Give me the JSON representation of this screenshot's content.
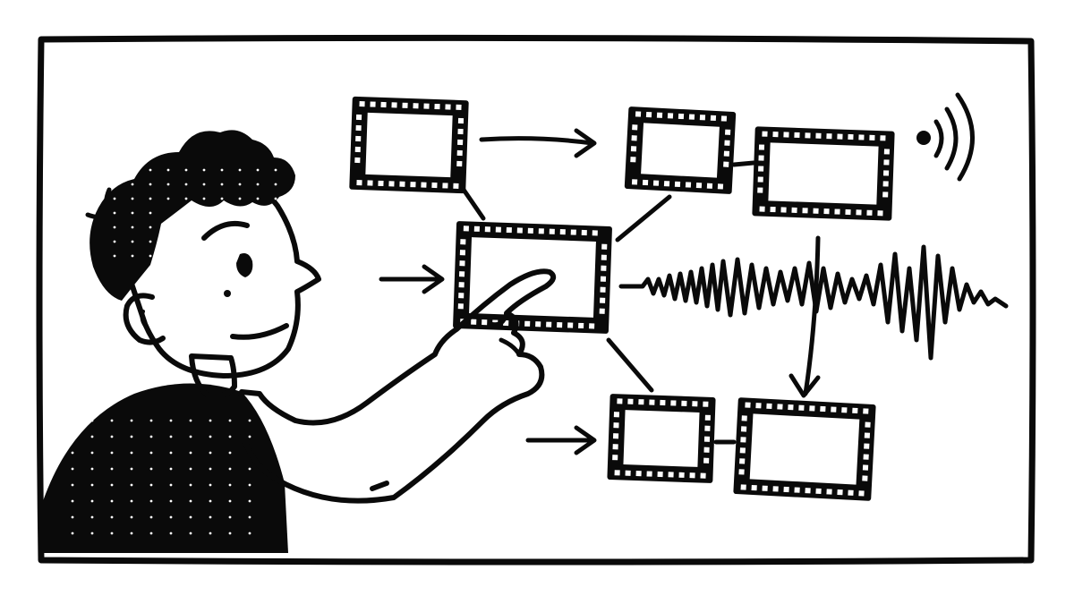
{
  "colors": {
    "ink": "#0a0a0a",
    "paper": "#ffffff"
  },
  "icons": [
    "film-frame-icon",
    "arrow-icon",
    "audio-waveform-icon",
    "signal-waves-icon"
  ],
  "film_frames": [
    {
      "name": "film-frame-top-left"
    },
    {
      "name": "film-frame-top-middle"
    },
    {
      "name": "film-frame-top-right"
    },
    {
      "name": "film-frame-center-selected"
    },
    {
      "name": "film-frame-bottom-middle"
    },
    {
      "name": "film-frame-bottom-right"
    }
  ]
}
